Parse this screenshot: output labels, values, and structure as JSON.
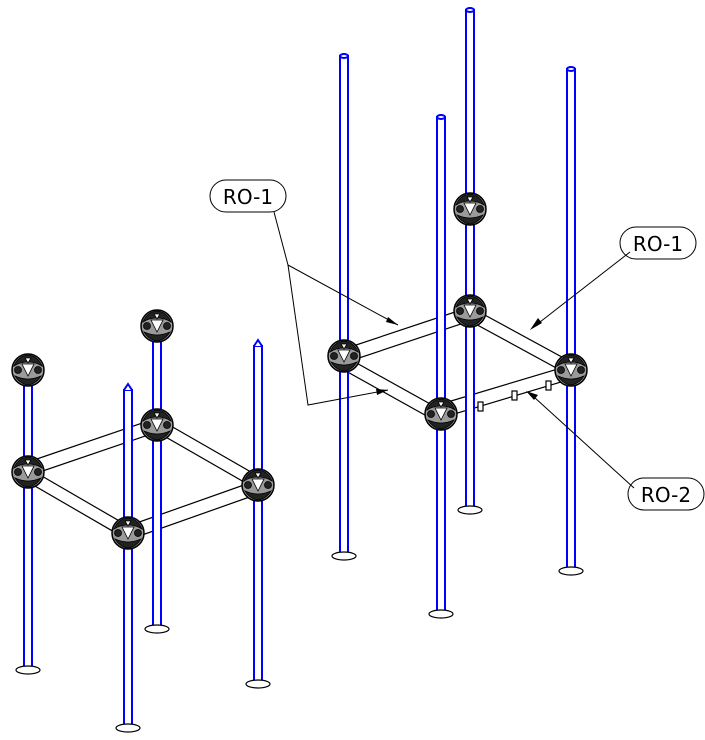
{
  "callouts": {
    "ro1_upper_left": "RO-1",
    "ro1_right": "RO-1",
    "ro2_right": "RO-2"
  }
}
